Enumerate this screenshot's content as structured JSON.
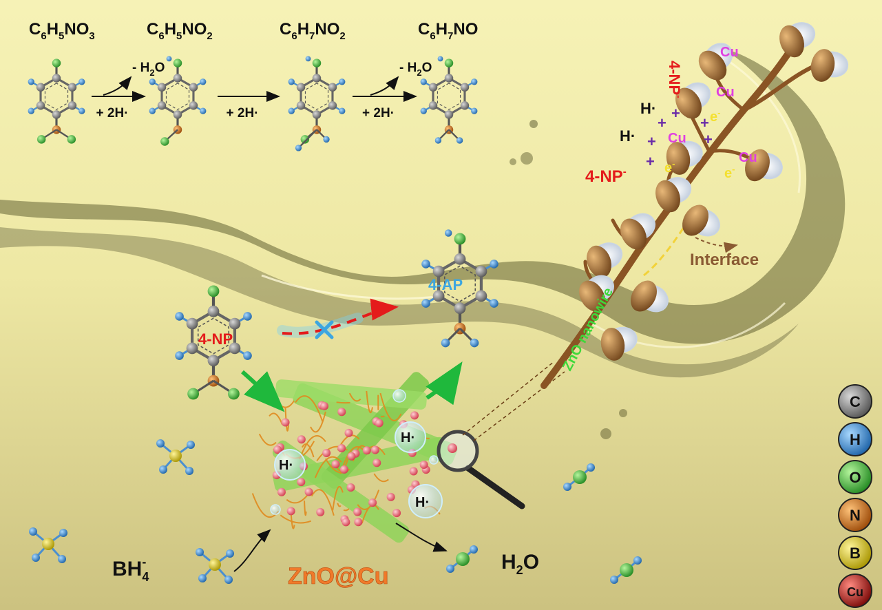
{
  "formulas": [
    {
      "base": "C",
      "sub1": "6",
      "mid": "H",
      "sub2": "5",
      "tail": "NO",
      "sub3": "3"
    },
    {
      "base": "C",
      "sub1": "6",
      "mid": "H",
      "sub2": "5",
      "tail": "NO",
      "sub3": "2"
    },
    {
      "base": "C",
      "sub1": "6",
      "mid": "H",
      "sub2": "7",
      "tail": "NO",
      "sub3": "2"
    },
    {
      "base": "C",
      "sub1": "6",
      "mid": "H",
      "sub2": "7",
      "tail": "NO",
      "sub3": ""
    }
  ],
  "reaction": {
    "add_h": "+ 2H·",
    "minus_water": "- H",
    "minus_water_sub": "2",
    "minus_water_tail": "O"
  },
  "labels": {
    "reactant": "4-NP",
    "product": "4-AP",
    "catalyst": "ZnO@Cu",
    "nanowire": "ZnO nanowire",
    "interface": "Interface",
    "borohydride": "BH",
    "borohydride_sub": "4",
    "borohydride_sup": "-",
    "water": "H",
    "water_sub": "2",
    "water_tail": "O",
    "h_radical": "H·",
    "np_ion": "4-NP",
    "np_ion_sup": "-",
    "electron": "e",
    "electron_sup": "-",
    "copper": "Cu",
    "plus": "+"
  },
  "legend": [
    {
      "symbol": "C",
      "color": "#7a7a7a"
    },
    {
      "symbol": "H",
      "color": "#3f8fd6"
    },
    {
      "symbol": "O",
      "color": "#4cc04a"
    },
    {
      "symbol": "N",
      "color": "#d9781e"
    },
    {
      "symbol": "B",
      "color": "#e6d414"
    },
    {
      "symbol": "Cu",
      "color": "#c8201c"
    }
  ],
  "colors": {
    "background": "#f2edaa",
    "nanorod": "#8fd45a",
    "reactant_label": "#e41b1b",
    "product_label": "#3da6e0",
    "catalyst_label": "#f07a2a",
    "nanowire_label": "#3fd83a",
    "interface_label": "#8a5a33",
    "np_ion_label": "#e41b1b",
    "copper_label": "#e040e0",
    "electron_label": "#f4e030",
    "plus_label": "#6a2ca8"
  }
}
